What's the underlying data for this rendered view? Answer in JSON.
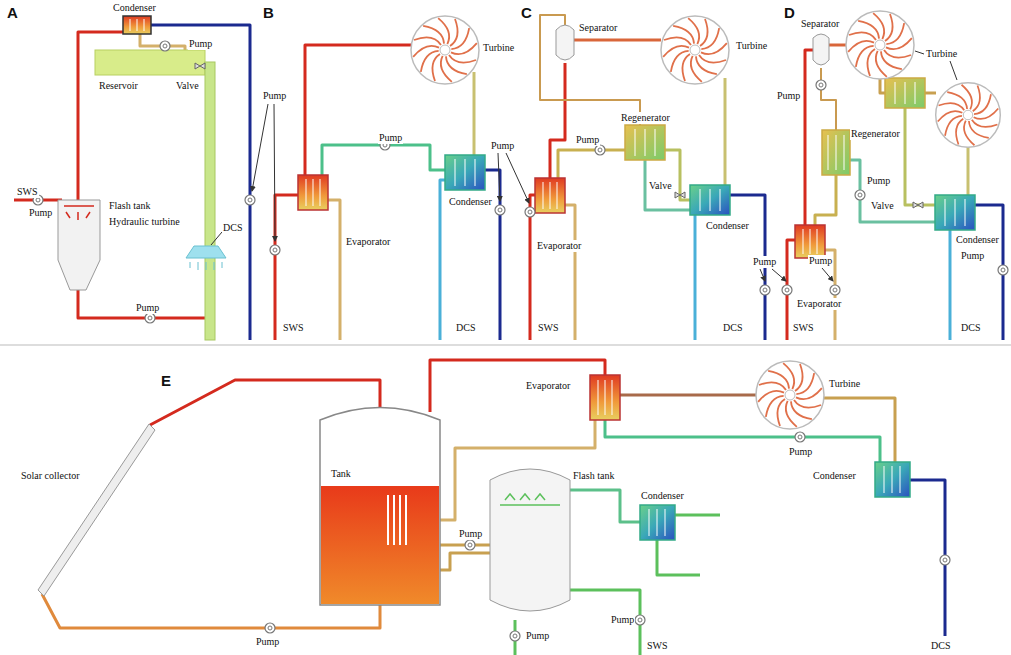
{
  "diagram": {
    "labels": [
      "A",
      "Condenser",
      "Pump",
      "Reservoir",
      "Valve",
      "SWS",
      "Pump",
      "Flash tank",
      "Hydraulic turbine",
      "DCS",
      "Pump",
      "B",
      "Turbine",
      "Pump",
      "Evaporator",
      "Condenser",
      "Pump",
      "Pump",
      "SWS",
      "DCS",
      "C",
      "Separator",
      "Turbine",
      "Regenerator",
      "Pump",
      "Valve",
      "Evaporator",
      "Condenser",
      "Pump",
      "SWS",
      "DCS",
      "D",
      "Separator",
      "Pump",
      "Turbine",
      "Regenerator",
      "Pump",
      "Valve",
      "Condenser",
      "Pump",
      "Pump",
      "Evaporator",
      "SWS",
      "DCS",
      "E",
      "Solar collector",
      "Tank",
      "Evaporator",
      "Turbine",
      "Pump",
      "Condenser",
      "Flash tank",
      "Condenser",
      "Pump",
      "Pump",
      "Pump",
      "Pump",
      "SWS",
      "DCS"
    ]
  }
}
